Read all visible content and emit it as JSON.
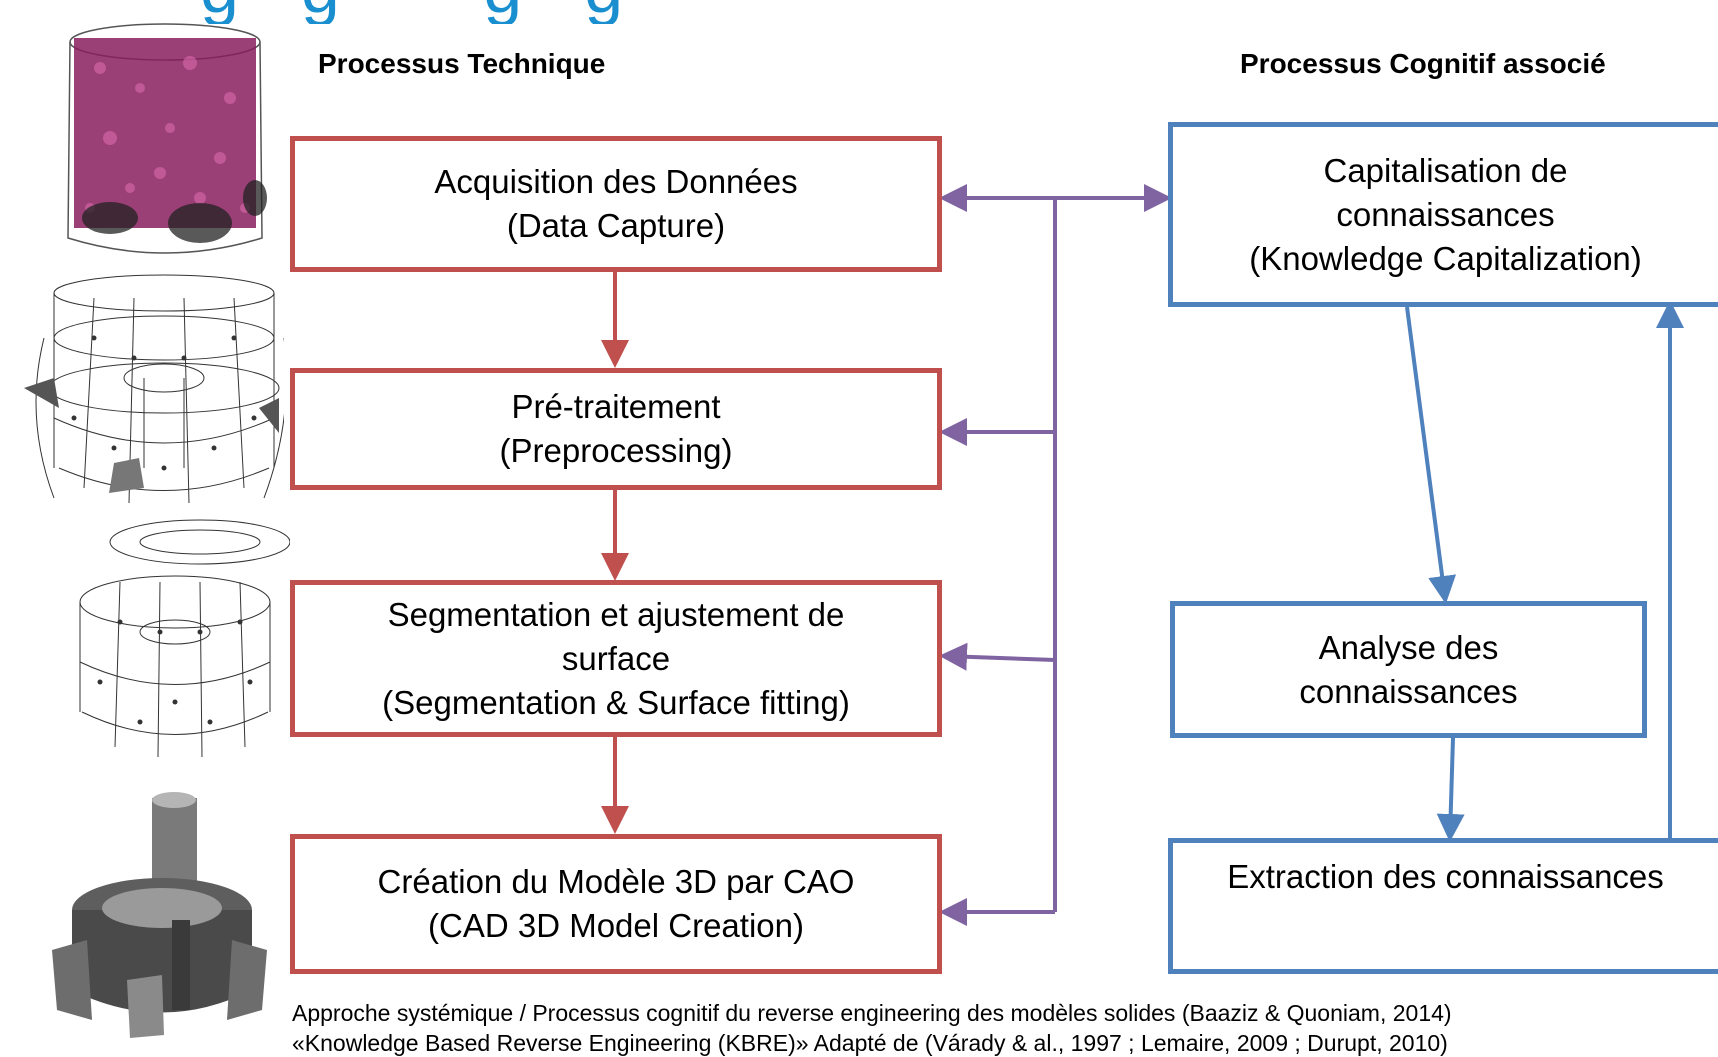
{
  "headings": {
    "left": "Processus Technique",
    "right": "Processus Cognitif associé"
  },
  "technical_steps": [
    {
      "line1": "Acquisition des Données",
      "line2": "(Data Capture)"
    },
    {
      "line1": "Pré-traitement",
      "line2": "(Preprocessing)"
    },
    {
      "line1": "Segmentation et ajustement de",
      "line2": "surface",
      "line3": "(Segmentation & Surface fitting)"
    },
    {
      "line1": "Création du Modèle 3D par CAO",
      "line2": "(CAD 3D Model Creation)"
    }
  ],
  "cognitive_steps": [
    {
      "line1": "Capitalisation de",
      "line2": "connaissances",
      "line3": "(Knowledge Capitalization)"
    },
    {
      "line1": "Analyse des",
      "line2": "connaissances"
    },
    {
      "line1": "Extraction des connaissances"
    }
  ],
  "footer": {
    "line1": "Approche systémique  / Processus cognitif du reverse engineering des modèles solides (Baaziz & Quoniam, 2014)",
    "line2": "«Knowledge Based Reverse Engineering (KBRE)» Adapté de (Várady & al., 1997 ; Lemaire, 2009 ; Durupt, 2010)"
  },
  "colors": {
    "technical": "#c0504d",
    "cognitive": "#4f81bd",
    "connector": "#8064a2",
    "title": "#1a8fd0"
  },
  "icons": [
    "point-cloud-render",
    "wireframe-mesh-render",
    "wireframe-segmented-render",
    "cad-solid-model-render"
  ]
}
